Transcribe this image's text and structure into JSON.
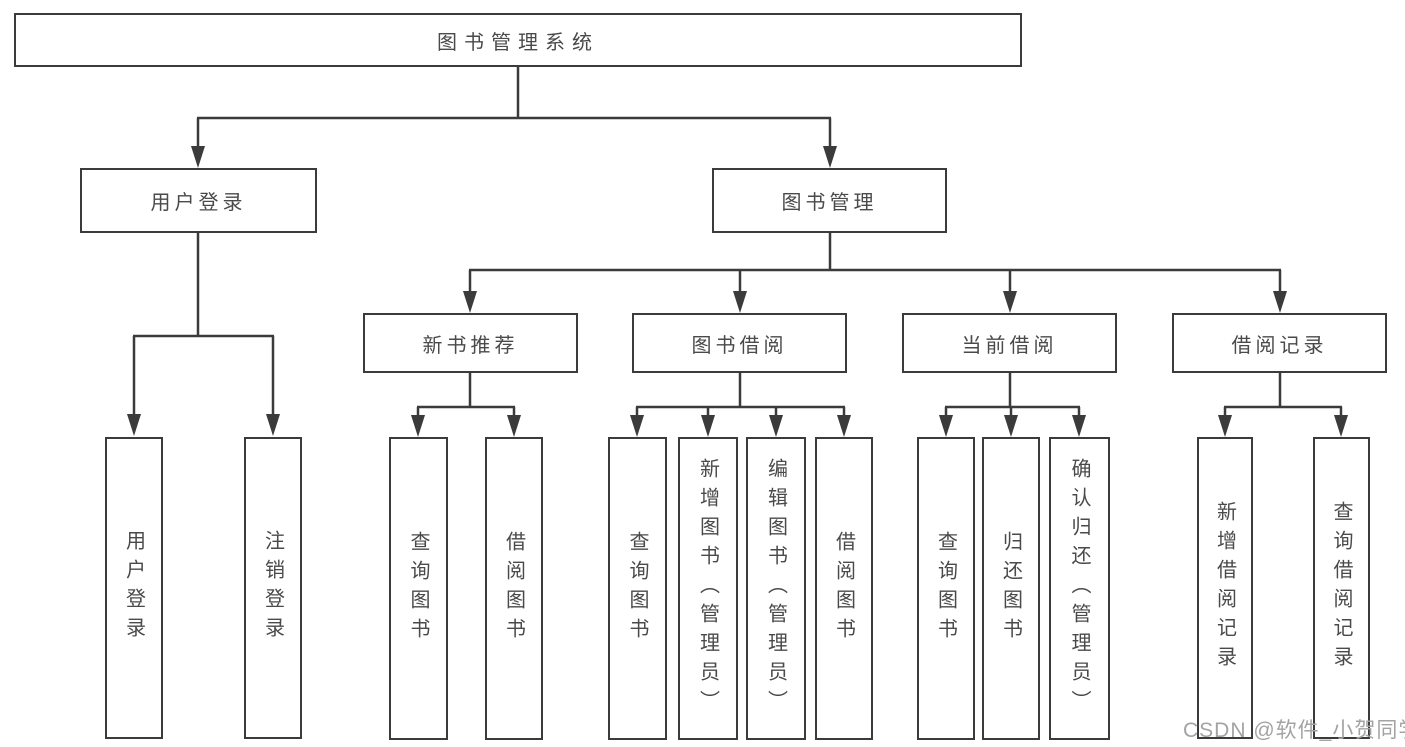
{
  "diagram_title": "图书管理系统",
  "nodes": {
    "root": {
      "label": "图书管理系统"
    },
    "user_login": {
      "label": "用户登录"
    },
    "book_mgmt": {
      "label": "图书管理"
    },
    "new_book_rec": {
      "label": "新书推荐"
    },
    "book_borrow": {
      "label": "图书借阅"
    },
    "current_borrow": {
      "label": "当前借阅"
    },
    "borrow_records": {
      "label": "借阅记录"
    },
    "login": {
      "label": "用户登录"
    },
    "logout": {
      "label": "注销登录"
    },
    "nbr_query": {
      "label": "查询图书"
    },
    "nbr_borrow": {
      "label": "借阅图书"
    },
    "bb_query": {
      "label": "查询图书"
    },
    "bb_add": {
      "label": "新增图书（管理员）"
    },
    "bb_edit": {
      "label": "编辑图书（管理员）"
    },
    "bb_borrow": {
      "label": "借阅图书"
    },
    "cb_query": {
      "label": "查询图书"
    },
    "cb_return": {
      "label": "归还图书"
    },
    "cb_confirm": {
      "label": "确认归还（管理员）"
    },
    "br_add": {
      "label": "新增借阅记录"
    },
    "br_query": {
      "label": "查询借阅记录"
    }
  },
  "hierarchy": {
    "图书管理系统": {
      "用户登录": [
        "用户登录",
        "注销登录"
      ],
      "图书管理": {
        "新书推荐": [
          "查询图书",
          "借阅图书"
        ],
        "图书借阅": [
          "查询图书",
          "新增图书（管理员）",
          "编辑图书（管理员）",
          "借阅图书"
        ],
        "当前借阅": [
          "查询图书",
          "归还图书",
          "确认归还（管理员）"
        ],
        "借阅记录": [
          "新增借阅记录",
          "查询借阅记录"
        ]
      }
    }
  },
  "watermark": "CSDN @软件_小贺同学",
  "colors": {
    "background": "#ffffff",
    "line": "#3b3b3b",
    "text": "#4a4a4a",
    "watermark": "#a3a3a3"
  }
}
